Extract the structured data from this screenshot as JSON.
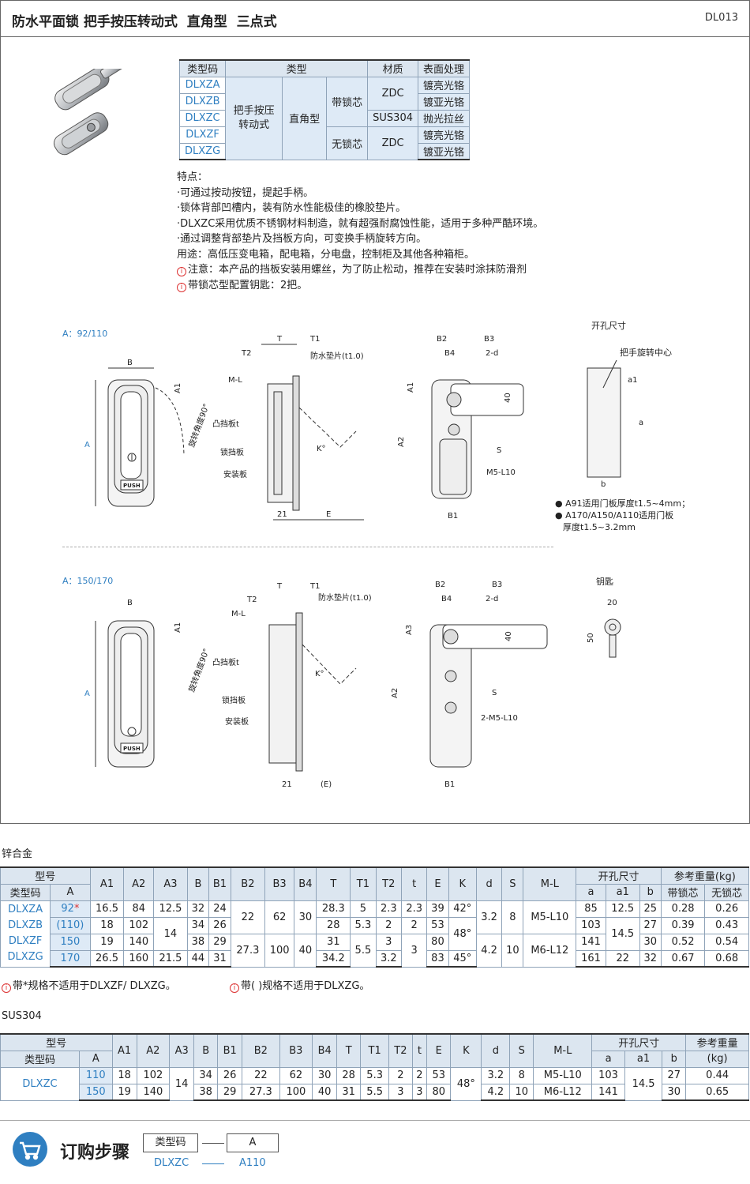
{
  "header": {
    "title": "防水平面锁 把手按压转动式  直角型  三点式",
    "code": "DL013"
  },
  "type_table": {
    "headers": [
      "类型码",
      "类型",
      "材质",
      "表面处理"
    ],
    "codes": [
      "DLXZA",
      "DLXZB",
      "DLXZC",
      "DLXZF",
      "DLXZG"
    ],
    "type1": "把手按压转动式",
    "type2": "直角型",
    "core_with": "带锁芯",
    "core_without": "无锁芯",
    "materials": [
      "ZDC",
      "SUS304",
      "ZDC"
    ],
    "finishes": [
      "镀亮光铬",
      "镀亚光铬",
      "抛光拉丝",
      "镀亮光铬",
      "镀亚光铬"
    ]
  },
  "features": {
    "title": "特点：",
    "items": [
      "·可通过按动按钮，提起手柄。",
      "·锁体背部凹槽内，装有防水性能极佳的橡胶垫片。",
      "·DLXZC采用优质不锈钢材料制造，就有超强耐腐蚀性能，适用于多种严酷环境。",
      "·通过调整背部垫片及挡板方向，可变换手柄旋转方向。"
    ],
    "usage": "用途：高低压变电箱，配电箱，分电盘，控制柜及其他各种箱柜。",
    "notes": [
      "注意：本产品的挡板安装用螺丝，为了防止松动，推荐在安装时涂抹防滑剂",
      "带锁芯型配置钥匙：2把。"
    ]
  },
  "drawing": {
    "label_a1": "A：92/110",
    "label_a2": "A：150/170",
    "hole_title": "开孔尺寸",
    "hole_center": "把手旋转中心",
    "key_title": "钥匙",
    "hole_notes": [
      "● A91适用门板厚度t1.5~4mm；",
      "● A170/A150/A110适用门板",
      "厚度t1.5~3.2mm"
    ],
    "labels": {
      "rot": "旋转角度90°",
      "push": "PUSH",
      "ml": "M-L",
      "cam": "凸挡板t",
      "lock": "锁挡板",
      "mount": "安装板",
      "gasket": "防水垫片(t1.0)",
      "t": "T",
      "t1": "T1",
      "t2": "T2",
      "k": "K°",
      "e": "E",
      "e_paren": "(E)",
      "n21": "21",
      "b": "B",
      "a": "A",
      "a1": "A1",
      "a2": "A2",
      "a3": "A3",
      "b1": "B1",
      "b2": "B2",
      "b3": "B3",
      "b4": "B4",
      "twod": "2-d",
      "s": "S",
      "m5": "M5-L10",
      "m52": "2-M5-L10",
      "n40": "40",
      "n20": "20",
      "n50": "50",
      "ha": "a",
      "ha1": "a1",
      "hb": "b"
    }
  },
  "zinc": {
    "section": "锌合金",
    "head1": [
      "型号",
      "A1",
      "A2",
      "A3",
      "B",
      "B1",
      "B2",
      "B3",
      "B4",
      "T",
      "T1",
      "T2",
      "t",
      "E",
      "K",
      "d",
      "S",
      "M-L",
      "开孔尺寸",
      "参考重量(kg)"
    ],
    "head2": [
      "类型码",
      "A",
      "a",
      "a1",
      "b",
      "带锁芯",
      "无锁芯"
    ],
    "codes": [
      "DLXZA",
      "DLXZB",
      "DLXZF",
      "DLXZG"
    ],
    "a": [
      "92",
      "(110)",
      "150",
      "170"
    ],
    "star": "*",
    "rows": [
      [
        "16.5",
        "84",
        "12.5",
        "32",
        "24",
        "22",
        "62",
        "30",
        "28.3",
        "5",
        "2.3",
        "2.3",
        "39",
        "42°",
        "3.2",
        "8",
        "M5-L10",
        "85",
        "12.5",
        "25",
        "0.28",
        "0.26"
      ],
      [
        "18",
        "102",
        "14",
        "34",
        "26",
        "",
        "",
        "",
        "28",
        "5.3",
        "2",
        "2",
        "53",
        "48°",
        "",
        "",
        "",
        "103",
        "14.5",
        "27",
        "0.39",
        "0.43"
      ],
      [
        "19",
        "140",
        "",
        "38",
        "29",
        "27.3",
        "100",
        "40",
        "31",
        "5.5",
        "3",
        "3",
        "80",
        "",
        "4.2",
        "10",
        "M6-L12",
        "141",
        "",
        "30",
        "0.52",
        "0.54"
      ],
      [
        "26.5",
        "160",
        "21.5",
        "44",
        "31",
        "",
        "",
        "",
        "34.2",
        "",
        "3.2",
        "",
        "83",
        "45°",
        "",
        "",
        "",
        "161",
        "22",
        "32",
        "0.67",
        "0.68"
      ]
    ],
    "remark1": "带*规格不适用于DLXZF/ DLXZG。",
    "remark2": "带( )规格不适用于DLXZG。"
  },
  "sus": {
    "section": "SUS304",
    "head1": [
      "型号",
      "A1",
      "A2",
      "A3",
      "B",
      "B1",
      "B2",
      "B3",
      "B4",
      "T",
      "T1",
      "T2",
      "t",
      "E",
      "K",
      "d",
      "S",
      "M-L",
      "开孔尺寸",
      "参考重量"
    ],
    "head2": [
      "类型码",
      "A",
      "a",
      "a1",
      "b",
      "(kg)"
    ],
    "code": "DLXZC",
    "rows": [
      [
        "110",
        "18",
        "102",
        "14",
        "34",
        "26",
        "22",
        "62",
        "30",
        "28",
        "5.3",
        "2",
        "2",
        "53",
        "48°",
        "3.2",
        "8",
        "M5-L10",
        "103",
        "14.5",
        "27",
        "0.44"
      ],
      [
        "150",
        "19",
        "140",
        "",
        "38",
        "29",
        "27.3",
        "100",
        "40",
        "31",
        "5.5",
        "3",
        "3",
        "80",
        "",
        "4.2",
        "10",
        "M6-L12",
        "141",
        "",
        "30",
        "0.65"
      ]
    ]
  },
  "order": {
    "title": "订购步骤",
    "box1": "类型码",
    "box2": "A",
    "val1": "DLXZC",
    "val2": "A110"
  }
}
